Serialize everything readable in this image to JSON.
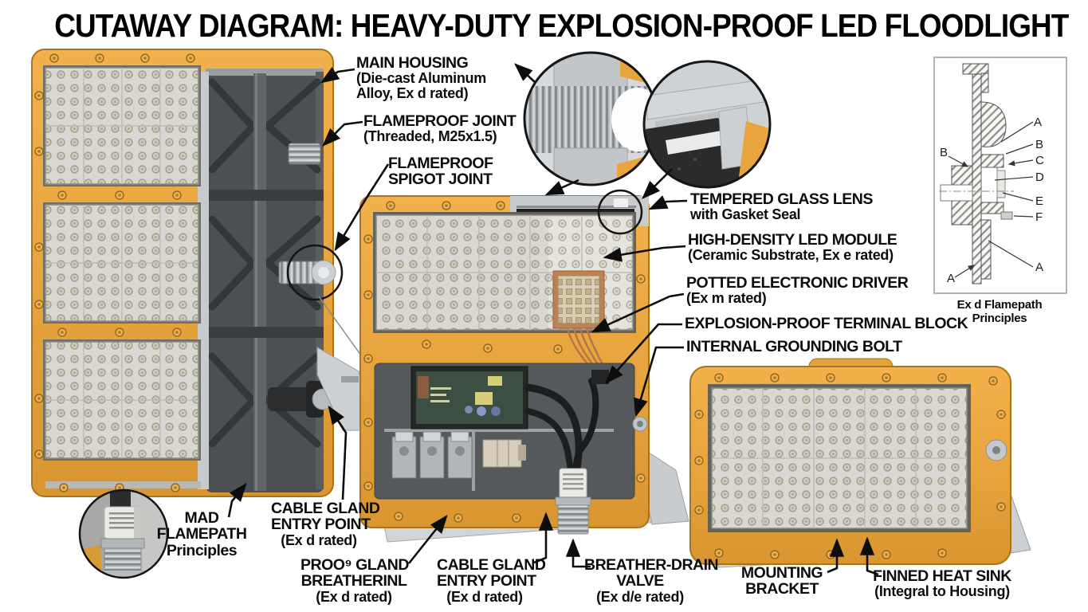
{
  "title": "CUTAWAY DIAGRAM: HEAVY-DUTY EXPLOSION-PROOF LED FLOODLIGHT",
  "callouts": {
    "main_housing": {
      "l1": "MAIN HOUSING",
      "l2": "(Die-cast Aluminum",
      "l3": "Alloy, Ex d rated)"
    },
    "flameproof_joint": {
      "l1": "FLAMEPROOF JOINT",
      "l2": "(Threaded, M25x1.5)"
    },
    "spigot_joint": {
      "l1": "FLAMEPROOF",
      "l2": "SPIGOT JOINT"
    },
    "glass_lens": {
      "l1": "TEMPERED GLASS LENS",
      "l2": "with Gasket Seal"
    },
    "led_module": {
      "l1": "HIGH-DENSITY LED MODULE",
      "l2": "(Ceramic Substrate, Ex e rated)"
    },
    "potted_driver": {
      "l1": "POTTED ELECTRONIC DRIVER",
      "l2": "(Ex m rated)"
    },
    "terminal_block": {
      "l1": "EXPLOSION-PROOF TERMINAL BLOCK"
    },
    "grounding_bolt": {
      "l1": "INTERNAL GROUNDING BOLT"
    },
    "mad_flamepath": {
      "l1": "MAD",
      "l2": "FLAMEPATH",
      "l3": "Principles"
    },
    "cable_gland_left": {
      "l1": "CABLE GLAND",
      "l2": "ENTRY POINT",
      "l3": "(Ex d rated)"
    },
    "proo_gland": {
      "l1": "PROO⁹ GLAND",
      "l2": "BREATHERINL",
      "l3": "(Ex d rated)"
    },
    "cable_gland_mid": {
      "l1": "CABLE GLAND",
      "l2": "ENTRY POINT",
      "l3": "(Ex d rated)"
    },
    "breather_valve": {
      "l1": "BREATHER-DRAIN",
      "l2": "VALVE",
      "l3": "(Ex d/e rated)"
    },
    "mounting_bracket": {
      "l1": "MOUNTING",
      "l2": "BRACKET"
    },
    "heat_sink": {
      "l1": "FINNED HEAT SINK",
      "l2": "(Integral to Housing)"
    }
  },
  "inset": {
    "caption": "Ex d Flamepath Principles",
    "markers": [
      "A",
      "B",
      "B",
      "C",
      "D",
      "E",
      "F",
      "A",
      "A"
    ]
  },
  "colors": {
    "housing_yellow": "#E8A53E",
    "housing_shadow": "#A9731C",
    "panel_gray": "#D8D8D1",
    "interior_dark": "#4C5053",
    "copper": "#C08055",
    "ink": "#0C0C0C"
  }
}
